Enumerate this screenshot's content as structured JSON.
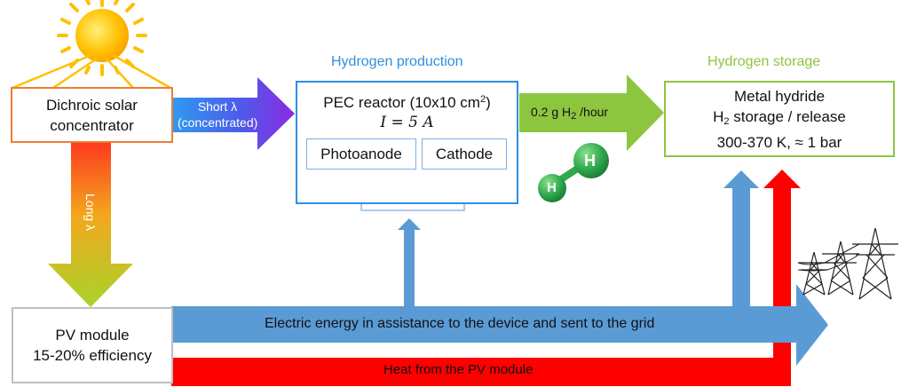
{
  "colors": {
    "orange": "#ED7D31",
    "blue_box": "#2E8FE0",
    "green_box": "#8CC63F",
    "heading_blue": "#2E8FE0",
    "heading_green": "#8CC63F",
    "elec_arrow": "#5B9BD5",
    "heat_arrow": "#FF0000",
    "hydrogen_arrow": "#8CC63F",
    "sun": "#FFC000"
  },
  "icons": [
    "sun-icon",
    "hydrogen-molecule-icon",
    "transmission-tower-icon"
  ],
  "headings": {
    "hydrogen_production": "Hydrogen production",
    "hydrogen_storage": "Hydrogen storage"
  },
  "concentrator": {
    "line1": "Dichroic solar",
    "line2": "concentrator"
  },
  "pv_module": {
    "line1": "PV module",
    "line2": "15-20% efficiency"
  },
  "pec": {
    "title_prefix": "PEC reactor (10x10 cm",
    "title_sup": "2",
    "title_suffix": ")",
    "equation": "I = 5 A",
    "photoanode": "Photoanode",
    "cathode": "Cathode"
  },
  "storage": {
    "line1": "Metal hydride",
    "line2_prefix": "H",
    "line2_sub": "2",
    "line2_suffix": " storage / release",
    "line3": "300-370 K, ≈ 1 bar"
  },
  "arrows": {
    "short_line1": "Short λ",
    "short_line2": "(concentrated)",
    "long": "Long λ",
    "hydrogen_prefix": "0.2 g H",
    "hydrogen_sub": "2",
    "hydrogen_suffix": " /hour",
    "electric": "Electric energy in assistance to the device  and sent to the grid",
    "heat": "Heat from the PV module"
  },
  "molecule": {
    "atom1": "H",
    "atom2": "H"
  }
}
